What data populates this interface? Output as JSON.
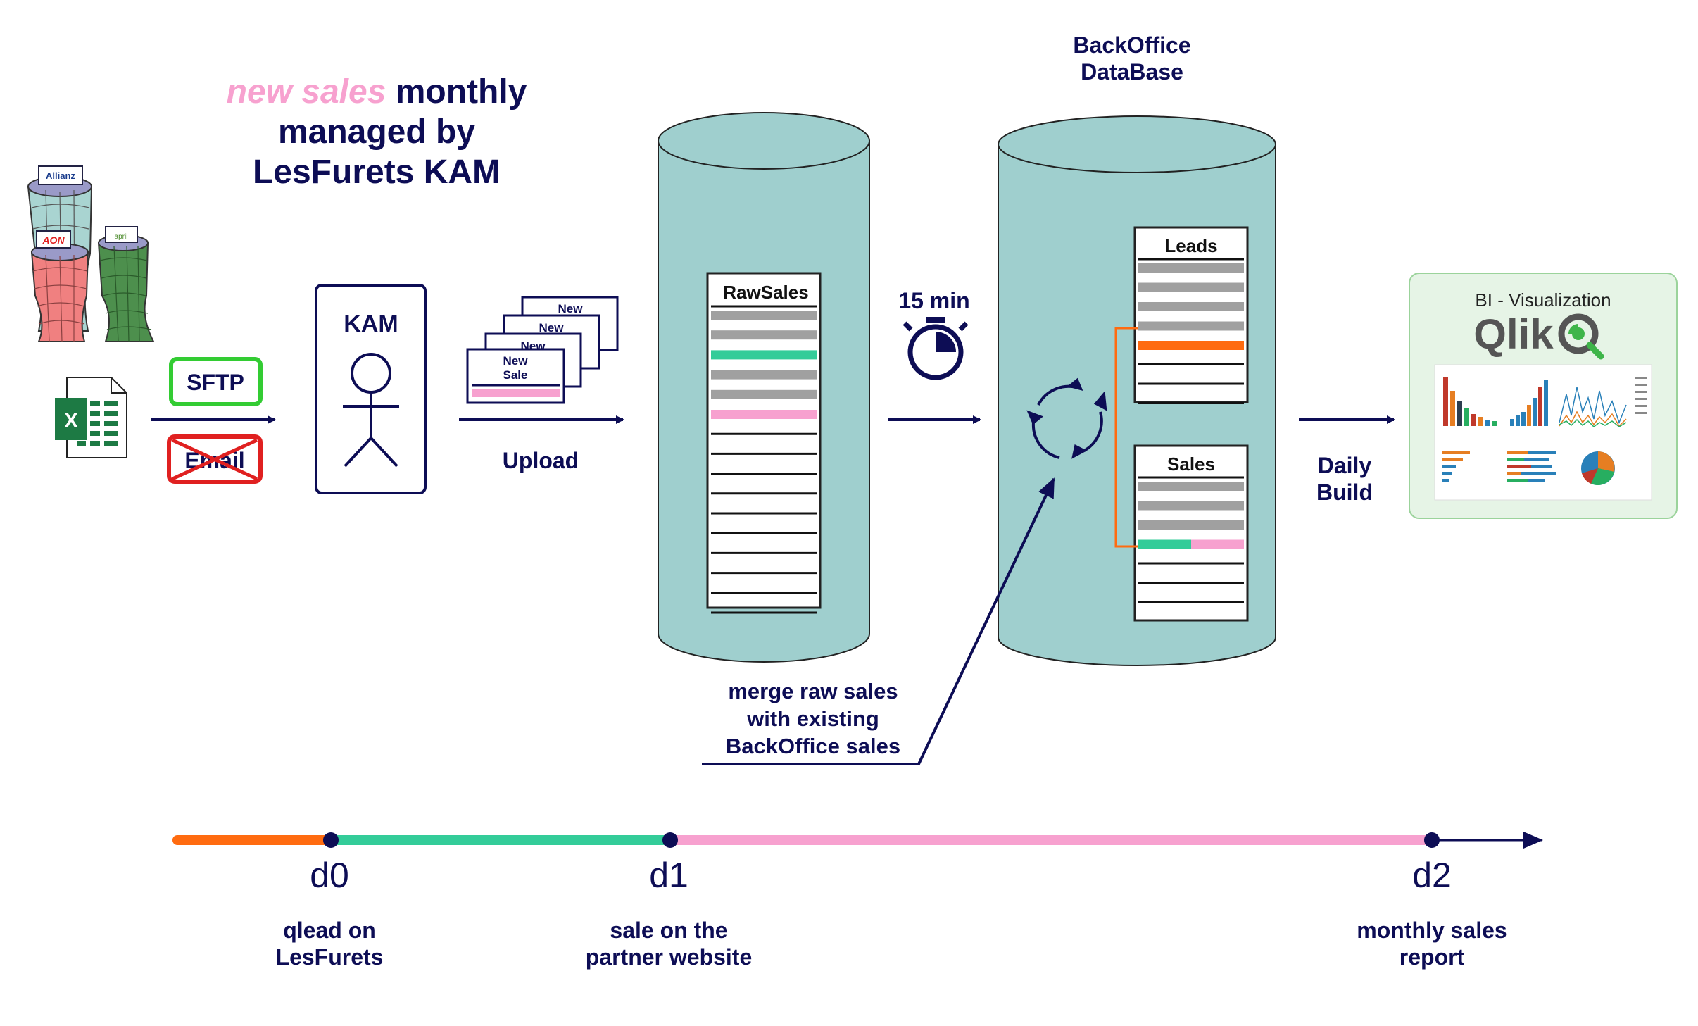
{
  "colors": {
    "navy": "#0d0d55",
    "teal_db": "#9fcfce",
    "pink": "#f7a1cf",
    "green": "#33cc99",
    "orange": "#ff6b10",
    "grey_row": "#a0a0a0",
    "sftp_green": "#33cc33",
    "email_red": "#e02020",
    "bi_panel": "#e6f4e6"
  },
  "title": {
    "highlight": "new sales",
    "line1_rest": " monthly",
    "line2": "managed by",
    "line3": "LesFurets KAM"
  },
  "sources": {
    "partners": [
      "Allianz",
      "AON",
      "april"
    ],
    "file_icon": "excel-icon",
    "sftp_label": "SFTP",
    "email_label": "Email"
  },
  "kam": {
    "label": "KAM"
  },
  "upload": {
    "cards": [
      "New",
      "New",
      "New",
      "New\nSale"
    ],
    "label": "Upload"
  },
  "rawsales": {
    "label": "RawSales",
    "rows": [
      "grey",
      "grey",
      "green",
      "grey",
      "grey",
      "pink",
      "empty",
      "empty",
      "empty",
      "empty",
      "empty",
      "empty",
      "empty",
      "empty",
      "empty",
      "empty"
    ]
  },
  "timer": {
    "label": "15 min",
    "icon": "stopwatch-icon"
  },
  "backoffice": {
    "title_line1": "BackOffice",
    "title_line2": "DataBase",
    "leads": {
      "label": "Leads",
      "rows": [
        "grey",
        "grey",
        "grey",
        "grey",
        "orange",
        "empty",
        "empty",
        "empty"
      ]
    },
    "sales": {
      "label": "Sales",
      "rows": [
        "grey",
        "grey",
        "grey",
        "green-pink",
        "empty",
        "empty",
        "empty"
      ]
    },
    "sync_icon": "sync-icon"
  },
  "merge_note": [
    "merge raw sales",
    "with existing",
    "BackOffice sales"
  ],
  "daily_build": [
    "Daily",
    "Build"
  ],
  "bi": {
    "title": "BI - Visualization",
    "brand": "Qlik"
  },
  "timeline": {
    "points": [
      {
        "label": "d0",
        "caption": [
          "qlead on",
          "LesFurets"
        ]
      },
      {
        "label": "d1",
        "caption": [
          "sale on the",
          "partner website"
        ]
      },
      {
        "label": "d2",
        "caption": [
          "monthly sales",
          "report"
        ]
      }
    ]
  }
}
